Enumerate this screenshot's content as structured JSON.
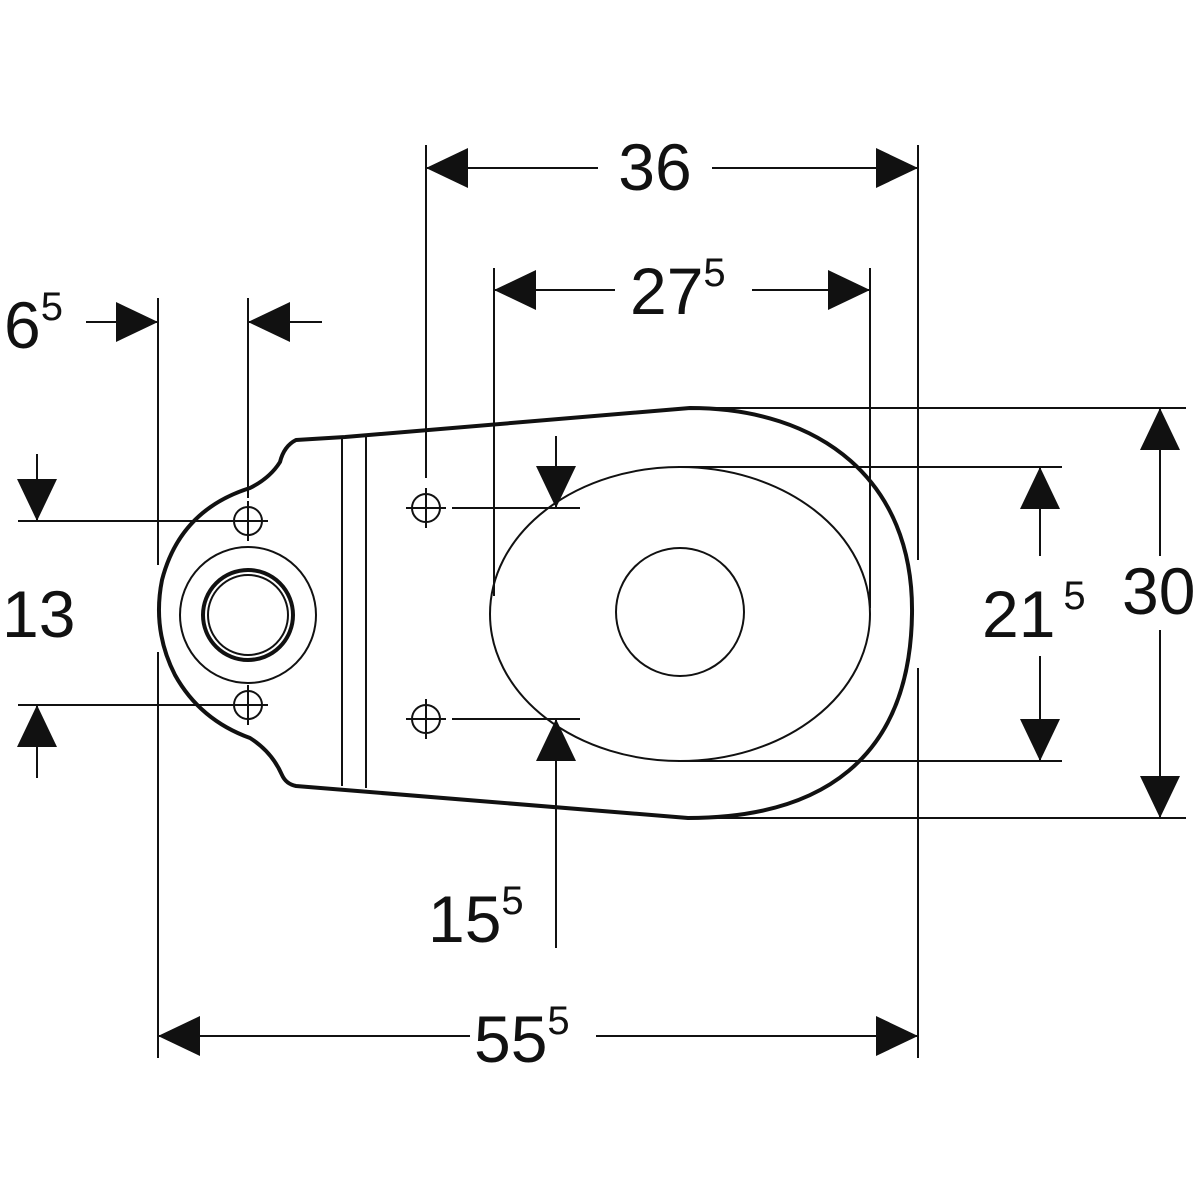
{
  "drawing": {
    "colors": {
      "line": "#111111",
      "background": "#ffffff"
    },
    "dimensions": {
      "overall_length": {
        "main": "55",
        "sup": "5"
      },
      "overall_width": {
        "main": "30",
        "sup": ""
      },
      "seat_fixing_spacing": {
        "main": "36",
        "sup": ""
      },
      "bowl_opening_length": {
        "main": "27",
        "sup": "5"
      },
      "bowl_opening_width": {
        "main": "21",
        "sup": "5"
      },
      "seat_hole_spacing": {
        "main": "15",
        "sup": "5"
      },
      "floor_fixing_spacing": {
        "main": "13",
        "sup": ""
      },
      "floor_fixing_offset": {
        "main": "6",
        "sup": "5"
      }
    }
  }
}
